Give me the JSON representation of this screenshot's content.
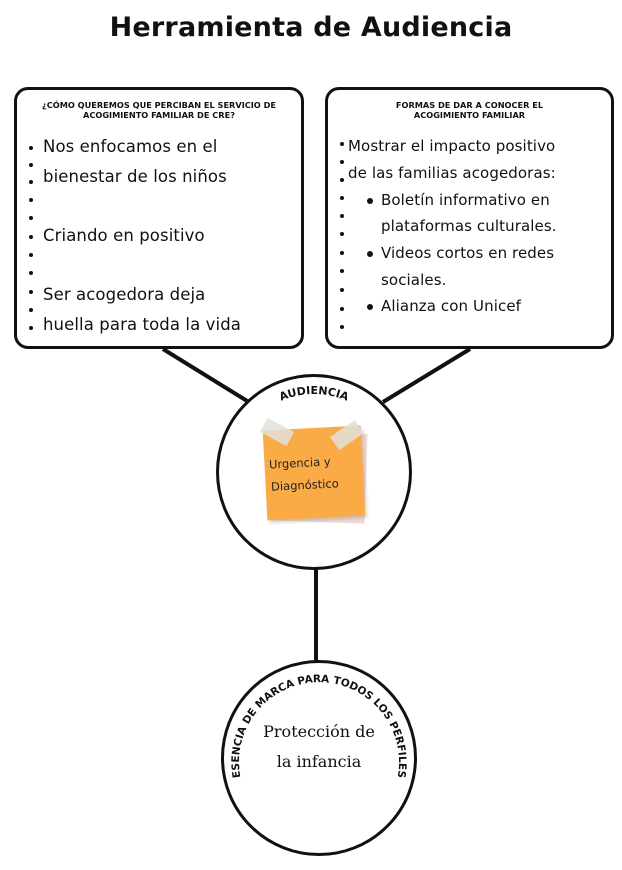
{
  "title": "Herramienta de Audiencia",
  "left_box": {
    "heading_line1": "¿CÓMO QUEREMOS QUE PERCIBAN EL SERVICIO DE",
    "heading_line2": "ACOGIMIENTO FAMILIAR DE CRE?",
    "lines": [
      "Nos enfocamos en el",
      "bienestar de los niños",
      "Criando en positivo",
      "Ser acogedora deja",
      "huella para toda la vida"
    ]
  },
  "right_box": {
    "heading_line1": "FORMAS DE DAR A CONOCER EL",
    "heading_line2": "ACOGIMIENTO FAMILIAR",
    "intro_lines": [
      "Mostrar el impacto positivo",
      "de las familias acogedoras:"
    ],
    "items": [
      "Boletín informativo en",
      "plataformas culturales.",
      "Videos cortos en redes",
      "sociales.",
      "Alianza con Unicef"
    ]
  },
  "audience": {
    "label": "AUDIENCIA",
    "note_line1": "Urgencia y",
    "note_line2": "Diagnóstico"
  },
  "essence": {
    "label": "ESENCIA DE MARCA PARA TODOS LOS PERFILES",
    "line1": "Protección de",
    "line2": "la infancia"
  },
  "colors": {
    "note": "#fbab45",
    "ink": "#111111"
  }
}
